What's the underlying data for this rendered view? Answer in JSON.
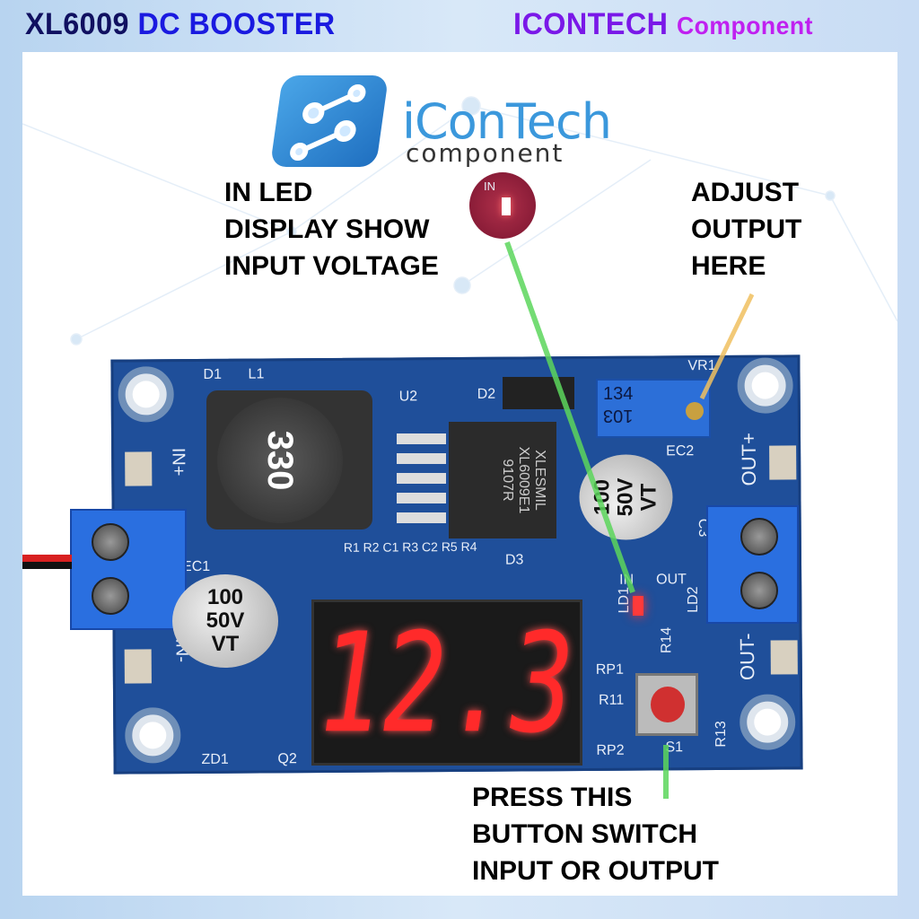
{
  "header": {
    "title_part1": "XL6009",
    "title_part2": "DC BOOSTER",
    "brand_part1": "ICONTECH",
    "brand_part2": "Component"
  },
  "logo": {
    "name": "iConTech",
    "tagline": "component"
  },
  "annotations": {
    "in_led": [
      "IN LED",
      "DISPLAY SHOW",
      "INPUT VOLTAGE"
    ],
    "adjust": [
      "ADJUST",
      "OUTPUT",
      "HERE"
    ],
    "button": [
      "PRESS THIS",
      "BUTTON SWITCH",
      "INPUT OR OUTPUT"
    ]
  },
  "board": {
    "inductor": "330",
    "inductor_label": "L1",
    "chip_label": "U2",
    "chip_text": "XLESMIL XL6009E1 9107R",
    "cap_ec1": [
      "100",
      "50V",
      "VT"
    ],
    "cap_ec2": [
      "100",
      "50V",
      "VT"
    ],
    "display_value": "12.3",
    "pot_text": [
      "134",
      "103"
    ],
    "labels": {
      "in_plus": "IN+",
      "in_minus": "IN-",
      "out_plus": "OUT+",
      "out_minus": "OUT-",
      "d1": "D1",
      "d2": "D2",
      "d3": "D3",
      "ec1": "EC1",
      "ec2": "EC2",
      "vr1": "VR1",
      "c3": "C3",
      "in_led": "IN",
      "out_led": "OUT",
      "ld1": "LD1",
      "ld2": "LD2",
      "r14": "R14",
      "rp1": "RP1",
      "r11": "R11",
      "rp2": "RP2",
      "s1": "S1",
      "r13": "R13",
      "zd1": "ZD1",
      "q2": "Q2",
      "resistors": "R1 R2 C1 R3 C2 R5 R4"
    }
  },
  "colors": {
    "title_dark": "#101060",
    "title_blue": "#1a1ae0",
    "brand_purple": "#7a18e8",
    "brand_magenta": "#c020f0",
    "pcb": "#1f4f9a",
    "led_red": "#ff2a2a",
    "pointer_green": "#5cd65c",
    "pointer_orange": "#f0c060"
  }
}
